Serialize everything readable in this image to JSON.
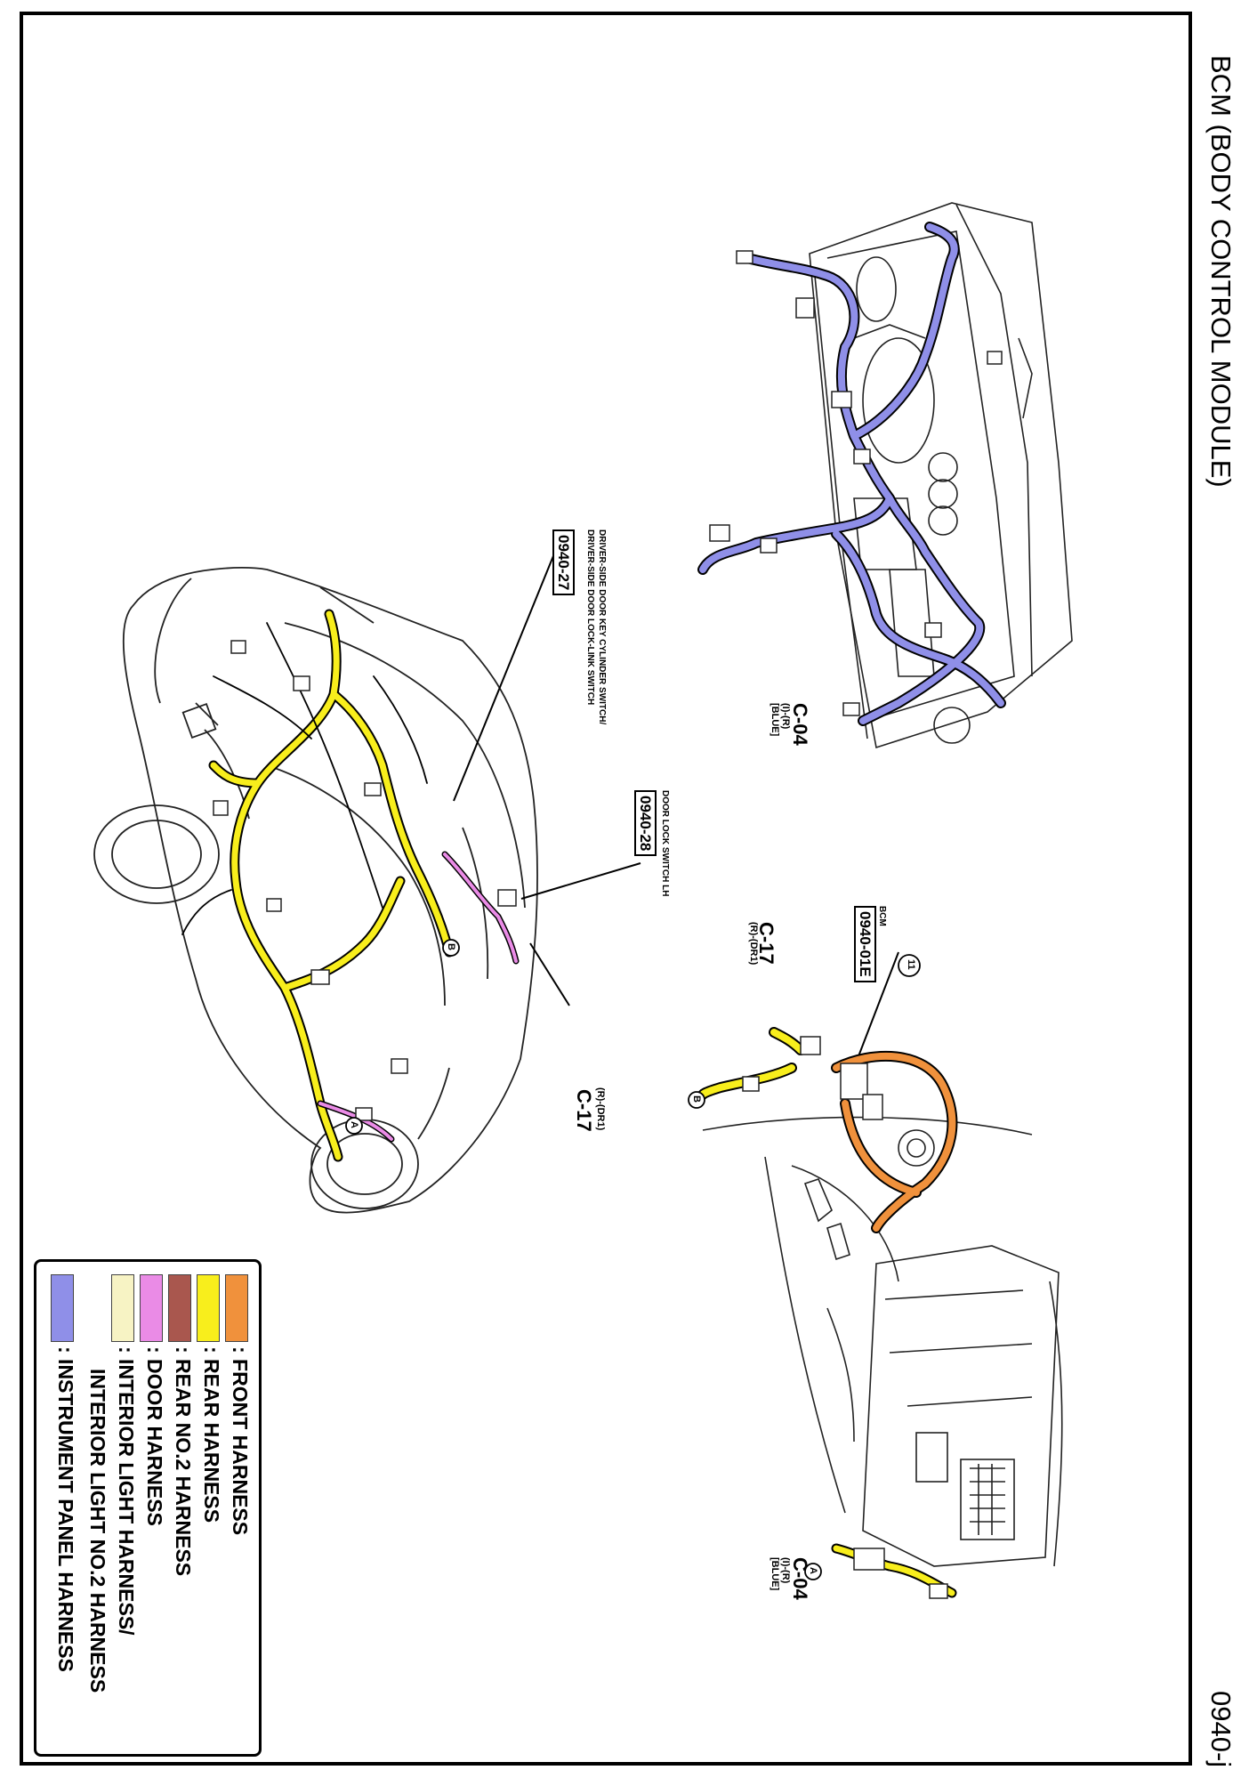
{
  "header": {
    "title": "BCM (BODY CONTROL MODULE)",
    "page_number": "0940-j"
  },
  "callouts": {
    "key_cylinder": {
      "ref": "0940-27",
      "line1": "DRIVER-SIDE DOOR KEY CYLINDER SWITCH/",
      "line2": "DRIVER-SIDE DOOR LOCK-LINK SWITCH"
    },
    "door_lock": {
      "ref": "0940-28",
      "line1": "DOOR LOCK SWITCH LH"
    },
    "bcm": {
      "ref": "0940-01E",
      "label": "BCM"
    }
  },
  "connectors": {
    "c17_vehicle": {
      "name": "C-17",
      "sub": "(R)-(DR1)"
    },
    "c17_detail": {
      "name": "C-17",
      "sub": "(R)-(DR1)"
    },
    "c04_panel": {
      "name": "C-04",
      "sub": "(I)-(R)",
      "color": "[BLUE]"
    },
    "c04_detail": {
      "name": "C-04",
      "sub": "(I)-(R)",
      "color": "[BLUE]"
    }
  },
  "markers": {
    "a": "A",
    "b": "B",
    "eleven": "11"
  },
  "legend": {
    "items": [
      {
        "label": ": FRONT HARNESS",
        "color": "#f0913c"
      },
      {
        "label": ": REAR HARNESS",
        "color": "#f8ee1c"
      },
      {
        "label": ": REAR NO.2 HARNESS",
        "color": "#a9574e"
      },
      {
        "label": ": DOOR HARNESS",
        "color": "#ea8be6"
      },
      {
        "label": ": INTERIOR LIGHT HARNESS/",
        "color": "#f7f3c4"
      },
      {
        "label": "INTERIOR LIGHT NO.2 HARNESS",
        "color": ""
      },
      {
        "label": ": INSTRUMENT PANEL HARNESS",
        "color": "#8f8fe8"
      }
    ]
  }
}
